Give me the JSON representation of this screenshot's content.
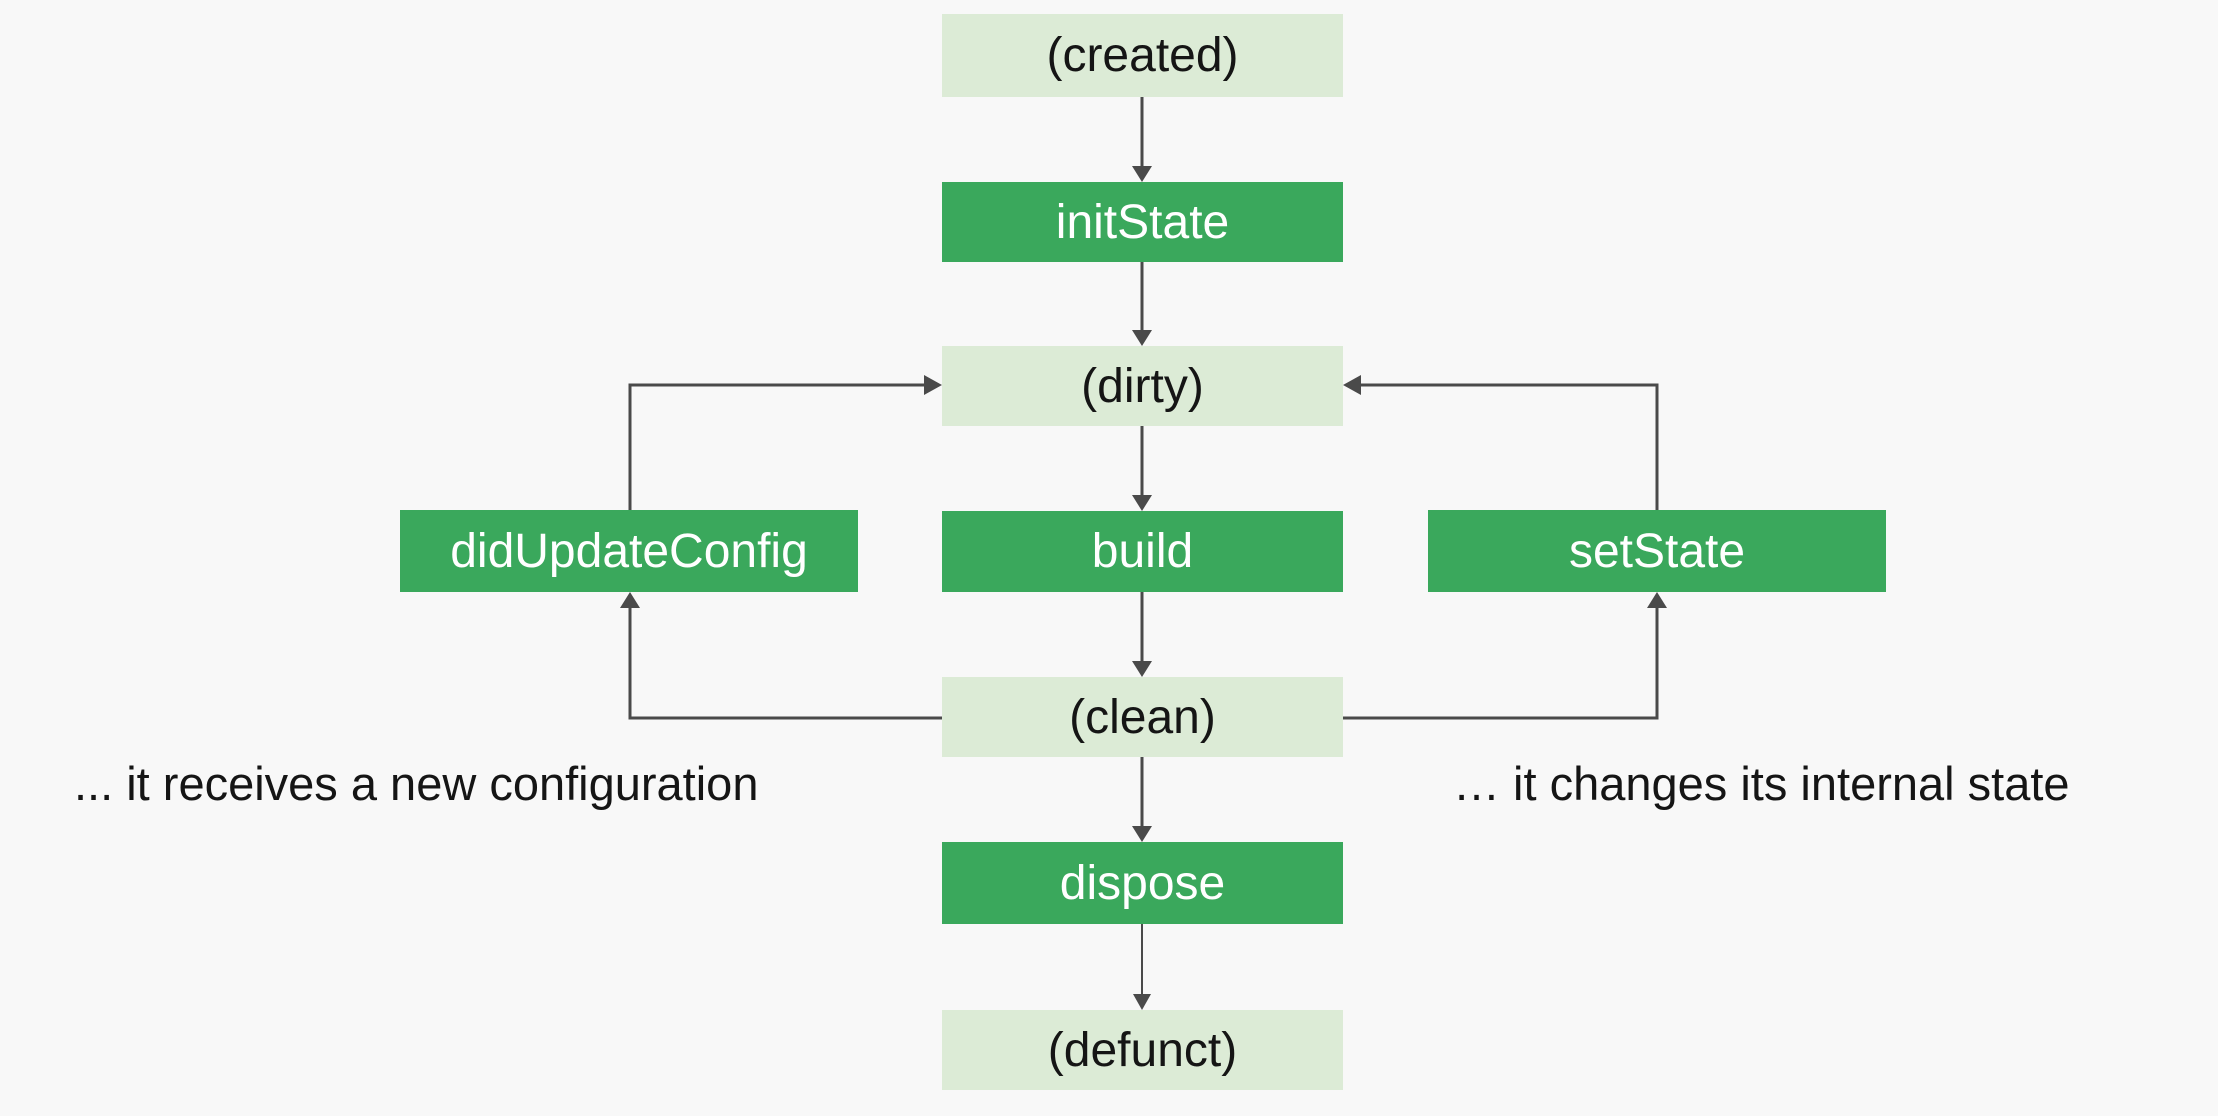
{
  "diagram": {
    "colors": {
      "background": "#f8f8f8",
      "state_fill": "#dcebd6",
      "method_fill": "#3aa85c",
      "method_text": "#ffffff",
      "state_text": "#151515",
      "connector": "#4a4a4a"
    },
    "nodes": {
      "created": "(created)",
      "init_state": "initState",
      "dirty": "(dirty)",
      "did_update_config": "didUpdateConfig",
      "build": "build",
      "set_state": "setState",
      "clean": "(clean)",
      "dispose": "dispose",
      "defunct": "(defunct)"
    },
    "captions": {
      "left": "... it receives a new configuration",
      "right": "… it changes its internal state"
    },
    "edges": [
      {
        "from": "(created)",
        "to": "initState"
      },
      {
        "from": "initState",
        "to": "(dirty)"
      },
      {
        "from": "(dirty)",
        "to": "build"
      },
      {
        "from": "build",
        "to": "(clean)"
      },
      {
        "from": "(clean)",
        "to": "didUpdateConfig"
      },
      {
        "from": "didUpdateConfig",
        "to": "(dirty)"
      },
      {
        "from": "(clean)",
        "to": "setState"
      },
      {
        "from": "setState",
        "to": "(dirty)"
      },
      {
        "from": "(clean)",
        "to": "dispose"
      },
      {
        "from": "dispose",
        "to": "(defunct)"
      }
    ]
  }
}
